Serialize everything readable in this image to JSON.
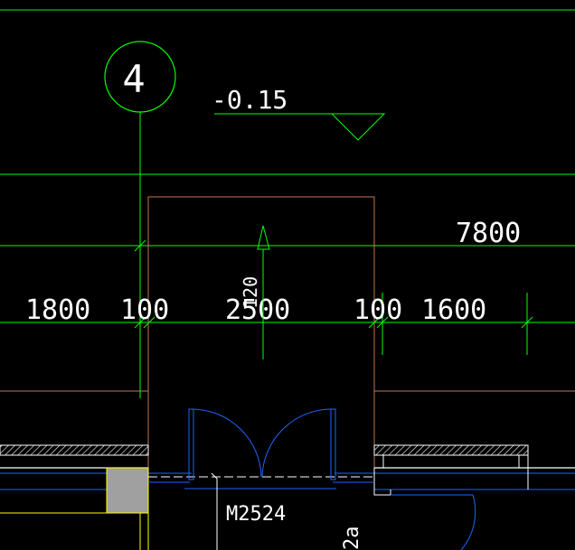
{
  "drawing": {
    "background": "#000000",
    "colors": {
      "green": "#00ff00",
      "brown": "#c07850",
      "blue": "#1e64ff",
      "white": "#ffffff",
      "yellow": "#ffff00",
      "gray_fill": "#a0a0a0",
      "hatch": "#ffffff"
    },
    "grid_axis_label": "4",
    "elevation_label": "-0.15",
    "overall_dimension": "7800",
    "dimensions": [
      "1800",
      "100",
      "2500",
      "100",
      "1600"
    ],
    "arrow_label": "120",
    "door_tag": "M2524",
    "partial_tag": "2a"
  }
}
